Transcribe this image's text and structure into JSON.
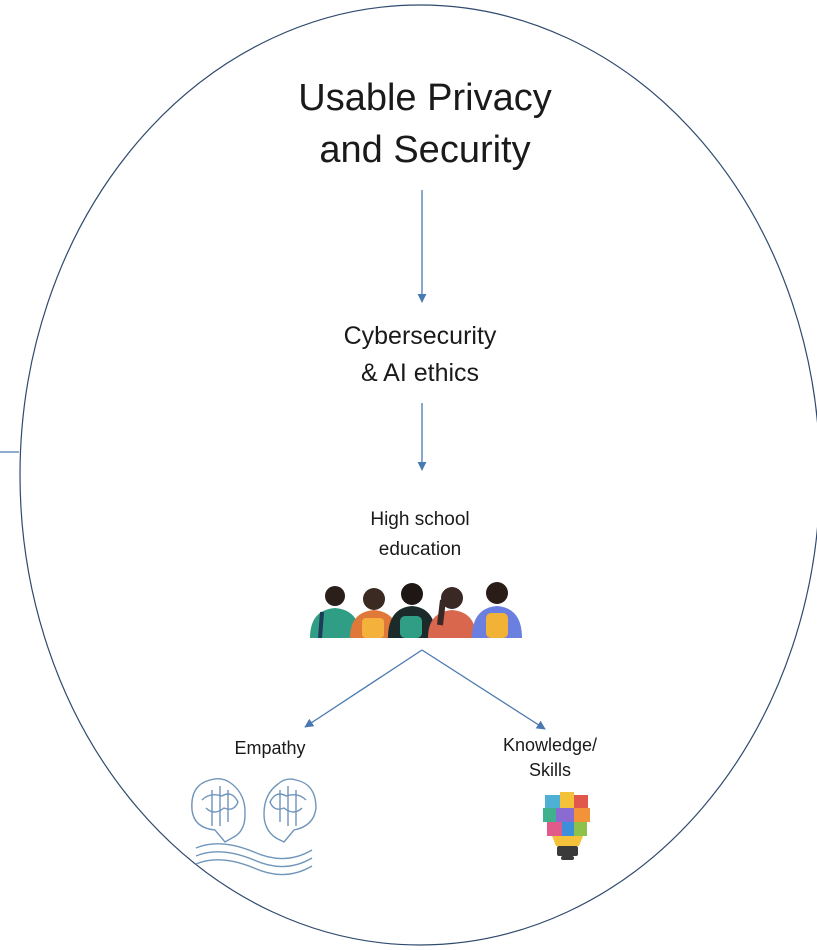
{
  "diagram": {
    "root": {
      "lines": [
        "Usable Privacy",
        "and Security"
      ]
    },
    "middle": {
      "lines": [
        "Cybersecurity",
        "& AI ethics"
      ]
    },
    "focus": {
      "lines": [
        "High school",
        "education"
      ]
    },
    "outcomes": [
      {
        "lines": [
          "Empathy"
        ],
        "icon": "brain-heads-icon"
      },
      {
        "lines": [
          "Knowledge/",
          "Skills"
        ],
        "icon": "lightbulb-puzzle-icon"
      }
    ],
    "students_icon": "students-group-icon",
    "colors": {
      "outline": "#2f4a6d",
      "arrow": "#4a78b0",
      "text": "#1a1a1a"
    }
  }
}
